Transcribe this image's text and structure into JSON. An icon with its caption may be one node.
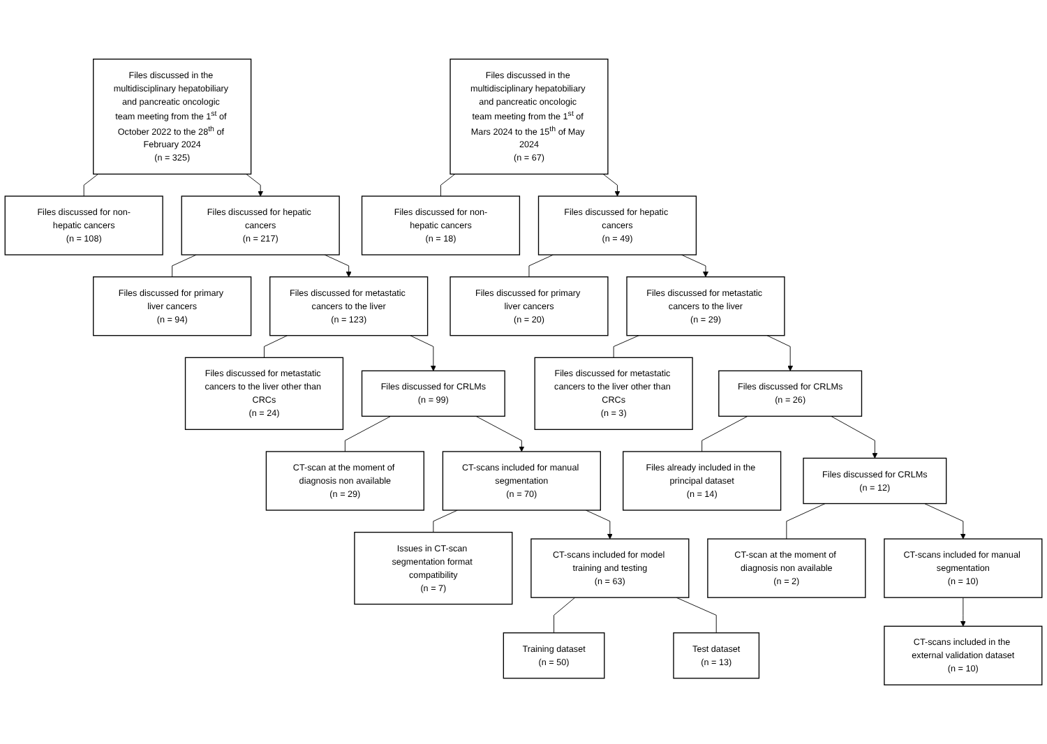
{
  "diagram": {
    "nodes": [
      {
        "text": [
          "Files discussed in the multidisciplinary hepatobiliary and pancreatic oncologic team meeting from the 1$^{st}$ of October 2022 to the 28$^{th}$ of February 2024",
          "(n = 325)"
        ]
      },
      {
        "text": [
          "Files discussed for non-hepatic cancers",
          "(n = 108)"
        ]
      },
      {
        "text": [
          "Files discussed for hepatic cancers",
          "(n = 217)"
        ]
      },
      {
        "text": [
          "Files discussed for primary liver cancers",
          "(n = 94)"
        ]
      },
      {
        "text": [
          "Files discussed for metastatic cancers to the liver",
          "(n = 123)"
        ]
      },
      {
        "text": [
          "Files discussed for metastatic cancers to the liver other than CRCs",
          "(n = 24)"
        ]
      },
      {
        "text": [
          "Files discussed for CRLMs",
          "(n = 99)"
        ]
      },
      {
        "text": [
          "CT-scan at the moment of diagnosis non available",
          "(n = 29)"
        ]
      },
      {
        "text": [
          "CT-scans included for manual segmentation",
          "(n = 70)"
        ]
      },
      {
        "text": [
          "Issues in CT-scan segmentation format compatibility",
          "(n = 7)"
        ]
      },
      {
        "text": [
          "CT-scans included for model training and testing",
          "(n = 63)"
        ]
      },
      {
        "text": [
          "Training dataset",
          "(n = 50)"
        ]
      },
      {
        "text": [
          "Test dataset",
          "(n = 13)"
        ]
      },
      {
        "text": [
          "Files discussed in the multidisciplinary hepatobiliary and pancreatic oncologic team meeting from the 1$^{st}$ of Mars 2024 to the 15$^{th}$ of May 2024",
          "(n = 67)"
        ]
      },
      {
        "text": [
          "Files discussed for non-hepatic cancers",
          "(n = 18)"
        ]
      },
      {
        "text": [
          "Files discussed for hepatic cancers",
          "(n = 49)"
        ]
      },
      {
        "text": [
          "Files discussed for primary liver cancers",
          "(n = 20)"
        ]
      },
      {
        "text": [
          "Files discussed for metastatic cancers to the liver",
          "(n = 29)"
        ]
      },
      {
        "text": [
          "Files discussed for metastatic cancers to the liver other than CRCs",
          "(n = 3)"
        ]
      },
      {
        "text": [
          "Files discussed for CRLMs",
          "(n = 26)"
        ]
      },
      {
        "text": [
          "Files already included in the principal dataset",
          "(n = 14)"
        ]
      },
      {
        "text": [
          "Files discussed for CRLMs",
          "(n = 12)"
        ]
      },
      {
        "text": [
          "CT-scan at the moment of diagnosis non available",
          "(n = 2)"
        ]
      },
      {
        "text": [
          "CT-scans included for manual segmentation",
          "(n = 10)"
        ]
      },
      {
        "text": [
          "CT-scans included in the external validation dataset",
          "(n = 10)"
        ]
      }
    ],
    "edges": [
      {
        "from": 0,
        "to": 1,
        "arrow": "none"
      },
      {
        "from": 0,
        "to": 2,
        "arrow": "to"
      },
      {
        "from": 2,
        "to": 3,
        "arrow": "none"
      },
      {
        "from": 2,
        "to": 4,
        "arrow": "to"
      },
      {
        "from": 4,
        "to": 5,
        "arrow": "none"
      },
      {
        "from": 4,
        "to": 6,
        "arrow": "to"
      },
      {
        "from": 6,
        "to": 7,
        "arrow": "none"
      },
      {
        "from": 6,
        "to": 8,
        "arrow": "to"
      },
      {
        "from": 8,
        "to": 9,
        "arrow": "none"
      },
      {
        "from": 8,
        "to": 10,
        "arrow": "to"
      },
      {
        "from": 10,
        "to": 11,
        "arrow": "none"
      },
      {
        "from": 10,
        "to": 12,
        "arrow": "none"
      },
      {
        "from": 13,
        "to": 14,
        "arrow": "none"
      },
      {
        "from": 13,
        "to": 15,
        "arrow": "to"
      },
      {
        "from": 15,
        "to": 16,
        "arrow": "none"
      },
      {
        "from": 15,
        "to": 17,
        "arrow": "to"
      },
      {
        "from": 17,
        "to": 18,
        "arrow": "none"
      },
      {
        "from": 17,
        "to": 19,
        "arrow": "to"
      },
      {
        "from": 19,
        "to": 20,
        "arrow": "none"
      },
      {
        "from": 19,
        "to": 21,
        "arrow": "to"
      },
      {
        "from": 21,
        "to": 22,
        "arrow": "none"
      },
      {
        "from": 21,
        "to": 23,
        "arrow": "to"
      },
      {
        "from": 23,
        "to": 24,
        "arrow": "to"
      }
    ]
  }
}
